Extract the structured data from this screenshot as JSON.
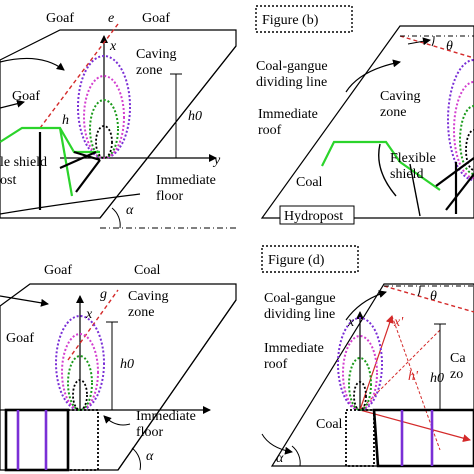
{
  "colors": {
    "ellipse_outer": "#7a2fd6",
    "ellipse_mid": "#d33fcf",
    "ellipse_green": "#1a9a1a",
    "ellipse_inner": "#000000",
    "dividing_line": "#d42a2a",
    "shield_green": "#2bd42b",
    "hydropost_purple": "#7a2fd6"
  },
  "panel_a": {
    "goaf_top_left": "Goaf",
    "e_label": "e",
    "goaf_top_right": "Goaf",
    "x_label": "x",
    "caving_zone": "Caving\nzone",
    "goaf_left": "Goaf",
    "h_label": "h",
    "h0_label": "h0",
    "shield_partial": "le shield",
    "post_partial": "ost",
    "y_label": "y",
    "immediate_floor": "Immediate\nfloor",
    "alpha_label": "α"
  },
  "panel_b": {
    "figure_label": "Figure (b)",
    "theta_label": "θ",
    "dividing_line": "Coal-gangue\ndividing line",
    "immediate_roof": "Immediate\nroof",
    "caving_zone": "Caving\nzone",
    "flexible_shield": "Flexible\nshield",
    "coal": "Coal",
    "hydropost": "Hydropost"
  },
  "panel_c": {
    "goaf_top": "Goaf",
    "coal_top": "Coal",
    "g_label": "g",
    "x_label": "x",
    "caving_zone": "Caving\nzone",
    "goaf_left": "Goaf",
    "h0_label": "h0",
    "immediate_floor": "Immediate\nfloor",
    "alpha_label": "α"
  },
  "panel_d": {
    "figure_label": "Figure (d)",
    "theta_label": "θ",
    "dividing_line": "Coal-gangue\ndividing line",
    "x_label": "x",
    "x_prime": "x'",
    "immediate_roof": "Immediate\nroof",
    "h_prime": "h'",
    "caving_partial": "Ca\nzo",
    "h0_label": "h0",
    "coal": "Coal",
    "alpha_label": "α"
  }
}
